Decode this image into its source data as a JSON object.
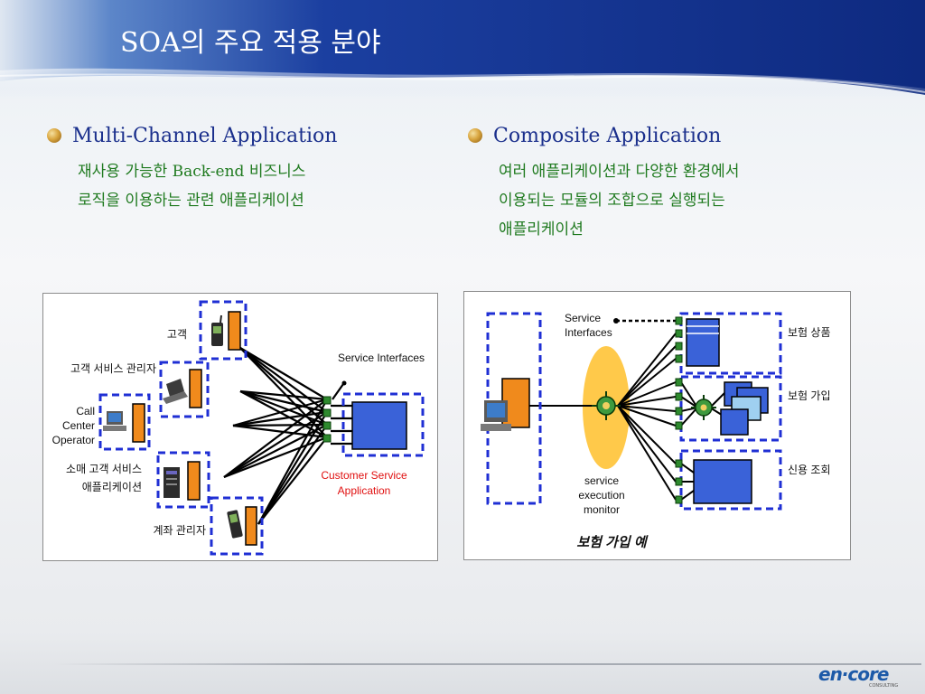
{
  "slide": {
    "title": "SOA의 주요 적용 분야",
    "colors": {
      "title_band": "#1b3fa0",
      "bullet_title": "#1a2f8c",
      "bullet_desc": "#1f7a1f",
      "accent_dash": "#1f2fd4",
      "box_orange": "#f08a1c",
      "red_label": "#e01010"
    }
  },
  "left": {
    "bullet_title": "Multi-Channel Application",
    "desc_lines": [
      "재사용 가능한 Back-end 비즈니스",
      "로직을 이용하는 관련 애플리케이션"
    ],
    "figure": {
      "label_customer": "고객",
      "label_customer_service_mgr": "고객 서비스 관리자",
      "label_call_center": [
        "Call",
        "Center",
        "Operator"
      ],
      "label_retail": [
        "소매 고객 서비스",
        "애플리케이션"
      ],
      "label_account_mgr": "계좌 관리자",
      "label_service_interfaces": "Service Interfaces",
      "label_customer_service_app": [
        "Customer Service",
        "Application"
      ],
      "icons": [
        "phone-icon",
        "laptop-icon",
        "desktop-icon",
        "server-icon",
        "phone-icon"
      ]
    }
  },
  "right": {
    "bullet_title": "Composite Application",
    "desc_lines": [
      "여러 애플리케이션과 다양한 환경에서",
      "이용되는 모듈의 조합으로 실행되는",
      "애플리케이션"
    ],
    "figure": {
      "label_service_interfaces": [
        "Service",
        "Interfaces"
      ],
      "label_monitor": [
        "service",
        "execution",
        "monitor"
      ],
      "label_insurance_product": "보험 상품",
      "label_insurance_join": "보험 가입",
      "label_credit_check": "신용 조회",
      "caption": "보험 가입 예",
      "icons": [
        "desktop-icon",
        "hub-icon"
      ]
    }
  },
  "footer": {
    "logo_text": "en·core",
    "logo_sub": "CONSULTING"
  }
}
